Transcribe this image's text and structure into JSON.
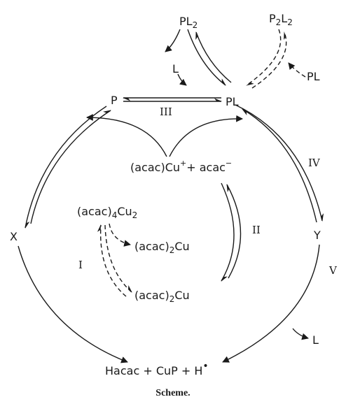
{
  "species": {
    "pl2": {
      "main": "PL",
      "sub": "2"
    },
    "p2l2": {
      "p": "P",
      "p_sub": "2",
      "l": "L",
      "l_sub": "2"
    },
    "l_top": "L",
    "pl_dash": "PL",
    "p": "P",
    "pl": "PL",
    "cu_complex": {
      "pre": "(acac)Cu",
      "sup": "+",
      "mid": "+ acac",
      "sup2": "−"
    },
    "acac4cu2": {
      "pre": "(acac)",
      "sub": "4",
      "mid": "Cu",
      "sub2": "2"
    },
    "acac2cu_upper": {
      "pre": "(acac)",
      "sub": "2",
      "post": "Cu"
    },
    "acac2cu_lower": {
      "pre": "(acac)",
      "sub": "2",
      "post": "Cu"
    },
    "x": "X",
    "y": "Y",
    "l_right": "L",
    "products": {
      "pre": "Hacac + CuP + H",
      "sup": "•"
    }
  },
  "pathways": {
    "i": "I",
    "ii": "II",
    "iii": "III",
    "iv": "IV",
    "v": "V"
  },
  "caption": "Scheme."
}
